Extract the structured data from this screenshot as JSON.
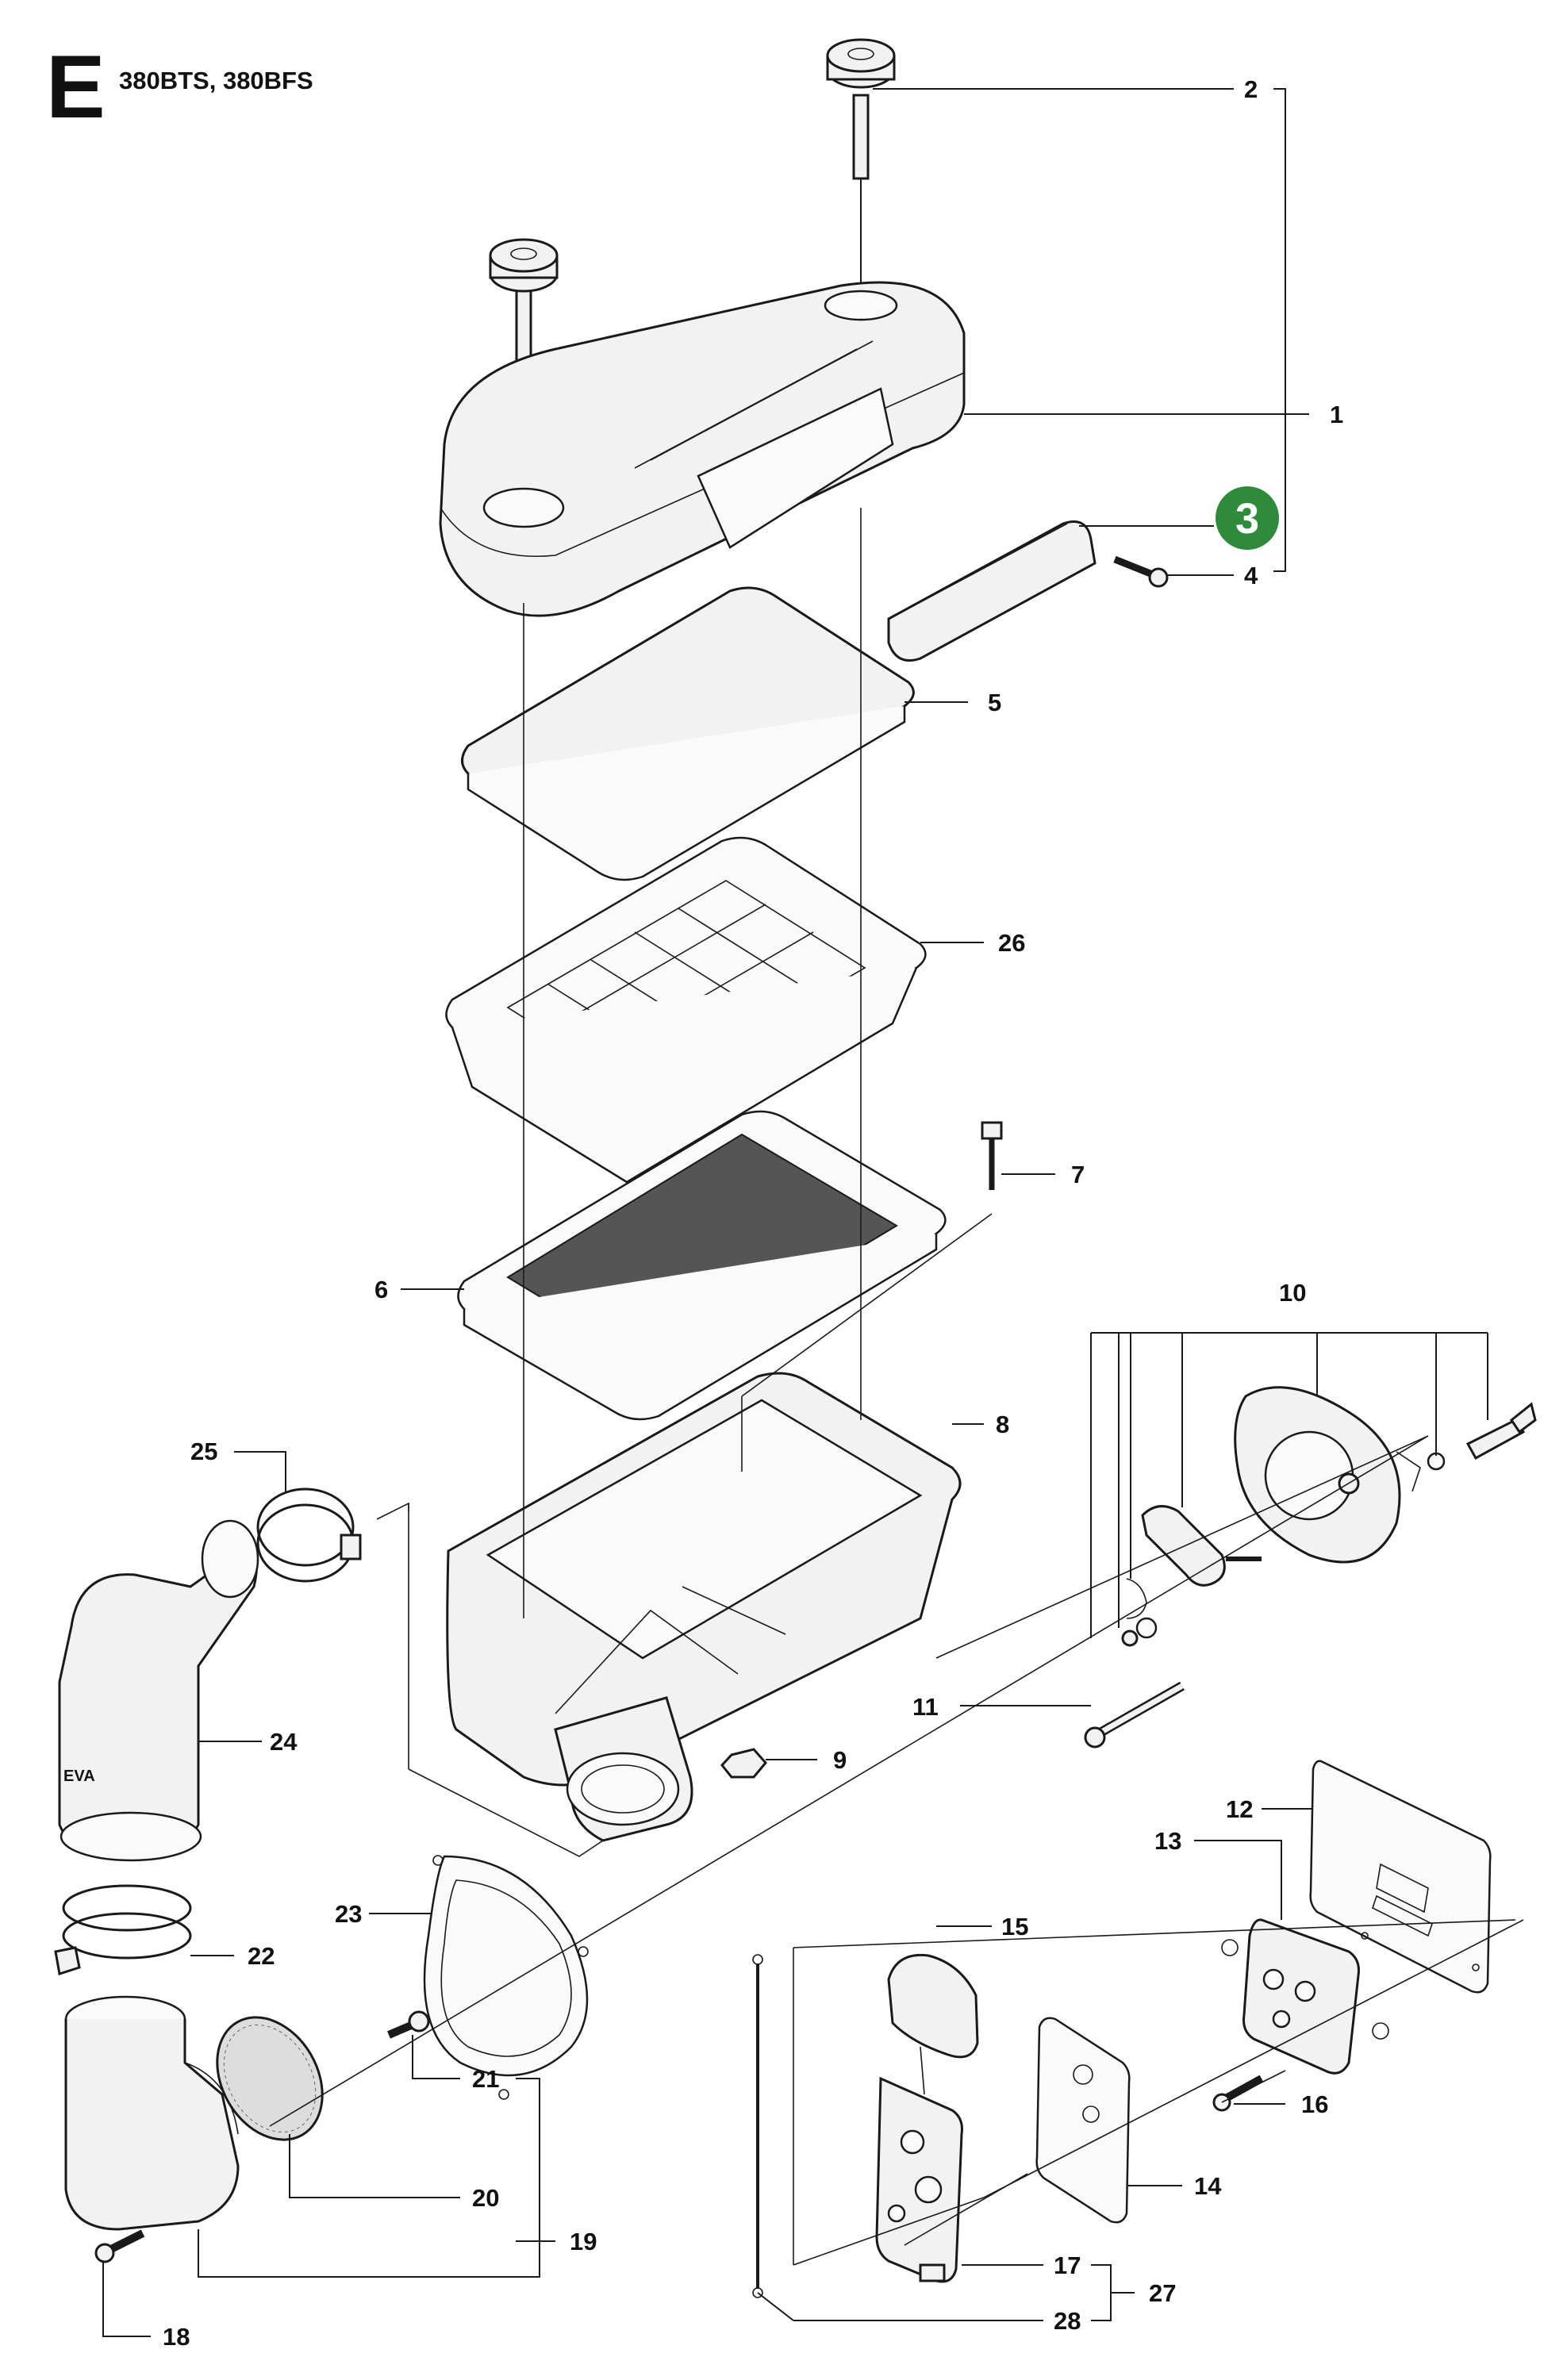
{
  "header": {
    "section_letter": "E",
    "models": "380BTS, 380BFS"
  },
  "highlight": {
    "number": "3",
    "color": "#2e8b3c"
  },
  "callouts": [
    "1",
    "2",
    "4",
    "5",
    "6",
    "7",
    "8",
    "9",
    "10",
    "11",
    "12",
    "13",
    "14",
    "15",
    "16",
    "17",
    "18",
    "19",
    "20",
    "21",
    "22",
    "23",
    "24",
    "25",
    "26",
    "27",
    "28"
  ],
  "stamps": {
    "elbow_logo": "EVA"
  }
}
